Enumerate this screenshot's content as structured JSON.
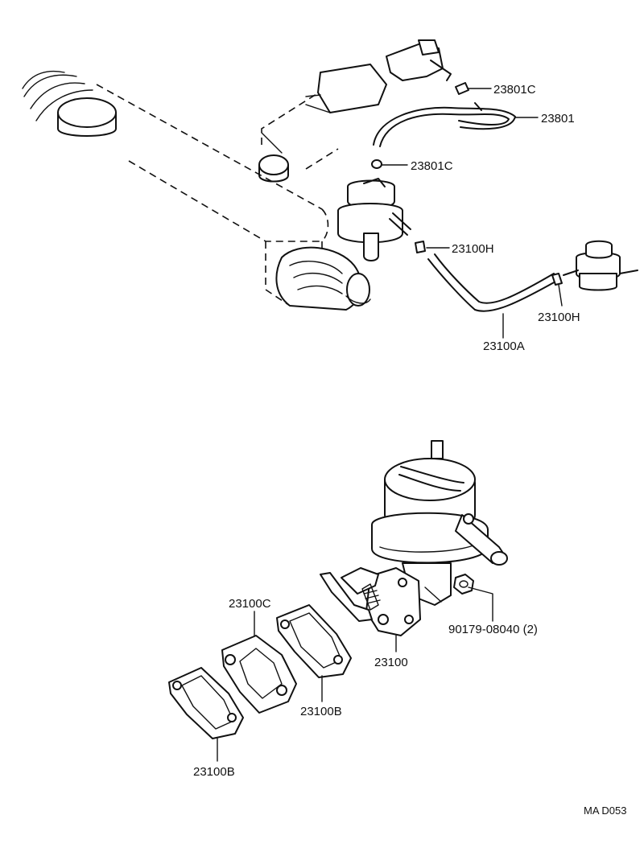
{
  "callouts": {
    "c1": "23801C",
    "c2": "23801",
    "c3": "23801C",
    "c4": "23100H",
    "c5": "23100H",
    "c6": "23100A",
    "c7": "23100C",
    "c8": "90179-08040 (2)",
    "c9": "23100",
    "c10": "23100B",
    "c11": "23100B"
  },
  "diagram_code": "MA D053",
  "colors": {
    "ink": "#111111",
    "paper": "#ffffff"
  }
}
